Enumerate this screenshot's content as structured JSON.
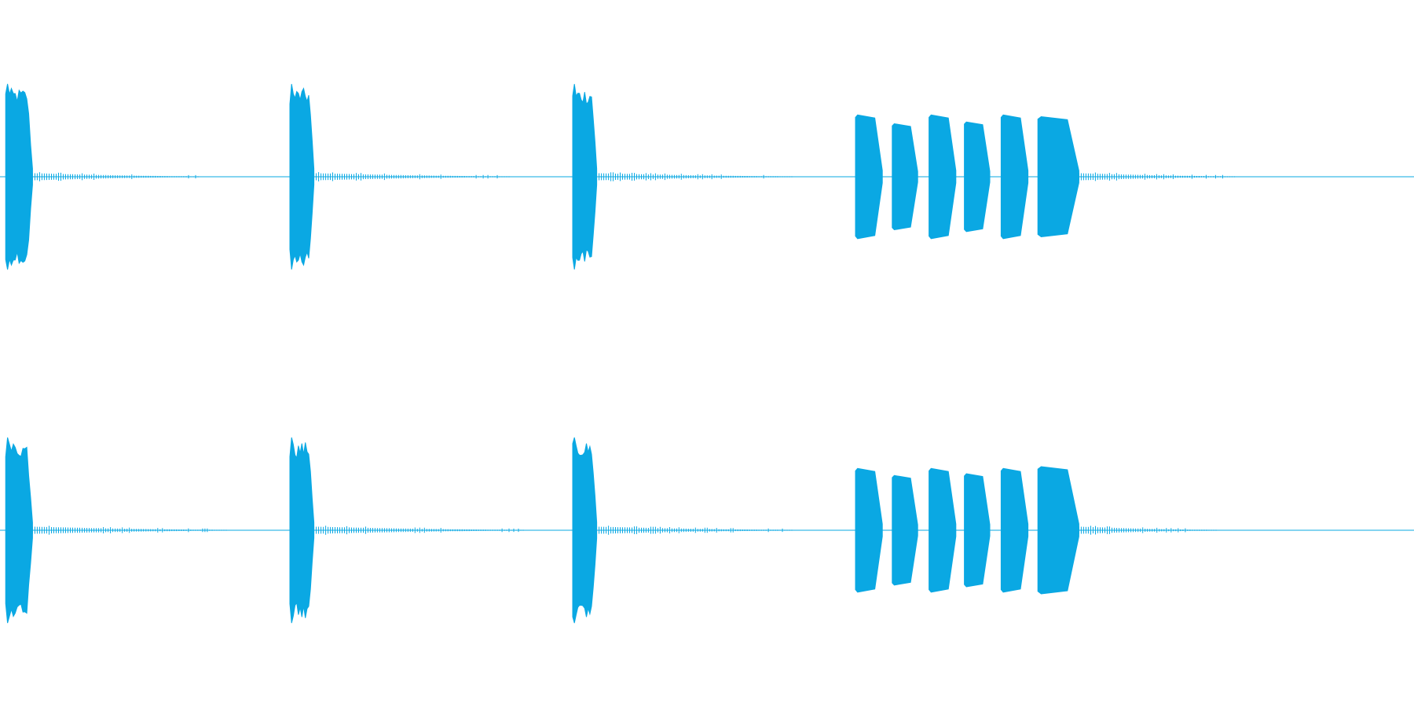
{
  "waveform": {
    "color": "#0aa8e3",
    "background": "#ffffff",
    "channels": [
      {
        "name": "",
        "bursts": [
          {
            "kind": "blip",
            "start": 0.004,
            "end": 0.023,
            "amplitude": 0.5,
            "tail_end": 0.14
          },
          {
            "kind": "blip",
            "start": 0.205,
            "end": 0.222,
            "amplitude": 0.5,
            "tail_end": 0.36
          },
          {
            "kind": "blip",
            "start": 0.405,
            "end": 0.422,
            "amplitude": 0.5,
            "tail_end": 0.56
          },
          {
            "kind": "block",
            "start": 0.605,
            "end": 0.624,
            "amplitude": 0.35
          },
          {
            "kind": "block",
            "start": 0.631,
            "end": 0.649,
            "amplitude": 0.3
          },
          {
            "kind": "block",
            "start": 0.657,
            "end": 0.676,
            "amplitude": 0.35
          },
          {
            "kind": "block",
            "start": 0.682,
            "end": 0.7,
            "amplitude": 0.31
          },
          {
            "kind": "block",
            "start": 0.708,
            "end": 0.727,
            "amplitude": 0.35
          },
          {
            "kind": "block",
            "start": 0.734,
            "end": 0.763,
            "amplitude": 0.34,
            "tail_end": 0.873
          }
        ]
      },
      {
        "name": "",
        "bursts": [
          {
            "kind": "blip",
            "start": 0.004,
            "end": 0.023,
            "amplitude": 0.5,
            "tail_end": 0.16
          },
          {
            "kind": "blip",
            "start": 0.205,
            "end": 0.222,
            "amplitude": 0.5,
            "tail_end": 0.37
          },
          {
            "kind": "blip",
            "start": 0.405,
            "end": 0.422,
            "amplitude": 0.5,
            "tail_end": 0.56
          },
          {
            "kind": "block",
            "start": 0.605,
            "end": 0.624,
            "amplitude": 0.35
          },
          {
            "kind": "block",
            "start": 0.631,
            "end": 0.649,
            "amplitude": 0.31
          },
          {
            "kind": "block",
            "start": 0.657,
            "end": 0.676,
            "amplitude": 0.35
          },
          {
            "kind": "block",
            "start": 0.682,
            "end": 0.7,
            "amplitude": 0.32
          },
          {
            "kind": "block",
            "start": 0.708,
            "end": 0.727,
            "amplitude": 0.35
          },
          {
            "kind": "block",
            "start": 0.734,
            "end": 0.763,
            "amplitude": 0.36,
            "tail_end": 0.86
          }
        ]
      }
    ]
  }
}
